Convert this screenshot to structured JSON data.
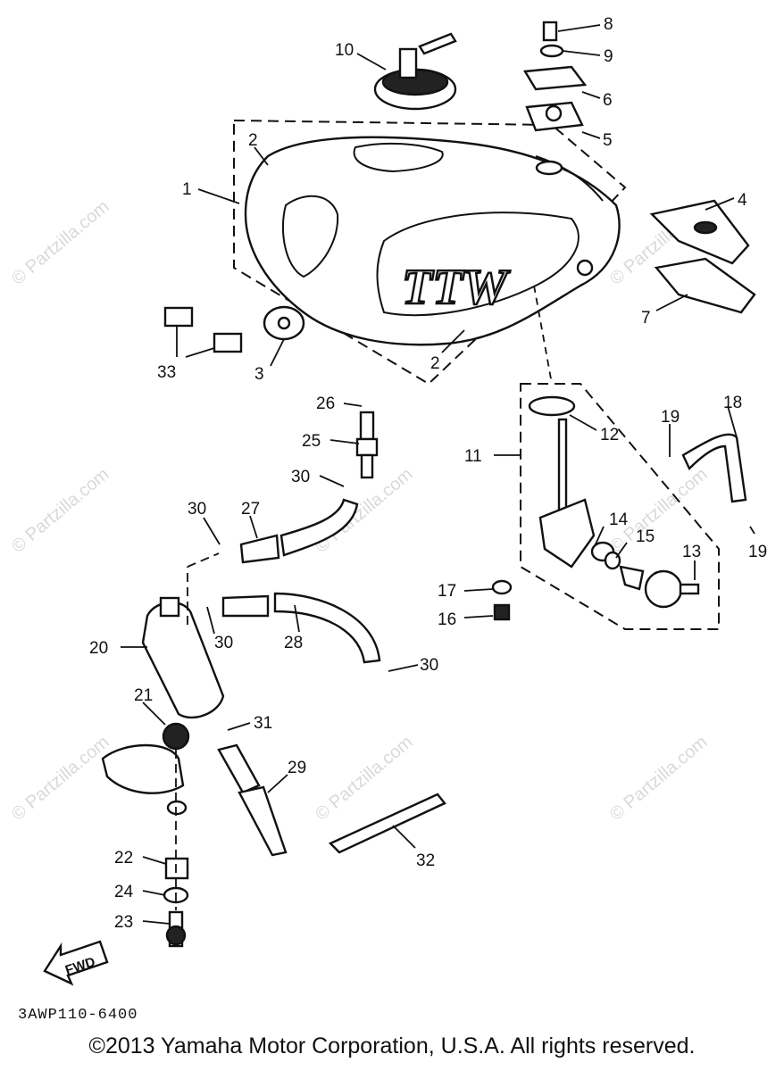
{
  "diagram": {
    "callouts": [
      "1",
      "2",
      "2",
      "3",
      "4",
      "5",
      "6",
      "7",
      "8",
      "9",
      "10",
      "11",
      "12",
      "13",
      "14",
      "15",
      "16",
      "17",
      "18",
      "19",
      "19",
      "20",
      "21",
      "22",
      "23",
      "24",
      "25",
      "26",
      "27",
      "28",
      "29",
      "30",
      "30",
      "30",
      "30",
      "31",
      "32",
      "33"
    ],
    "tank_logo": "TTW",
    "fwd_label": "FWD",
    "watermark": "© Partzilla.com"
  },
  "footer": {
    "code": "3AWP110-6400",
    "copyright": "©2013 Yamaha Motor Corporation, U.S.A. All rights reserved."
  }
}
